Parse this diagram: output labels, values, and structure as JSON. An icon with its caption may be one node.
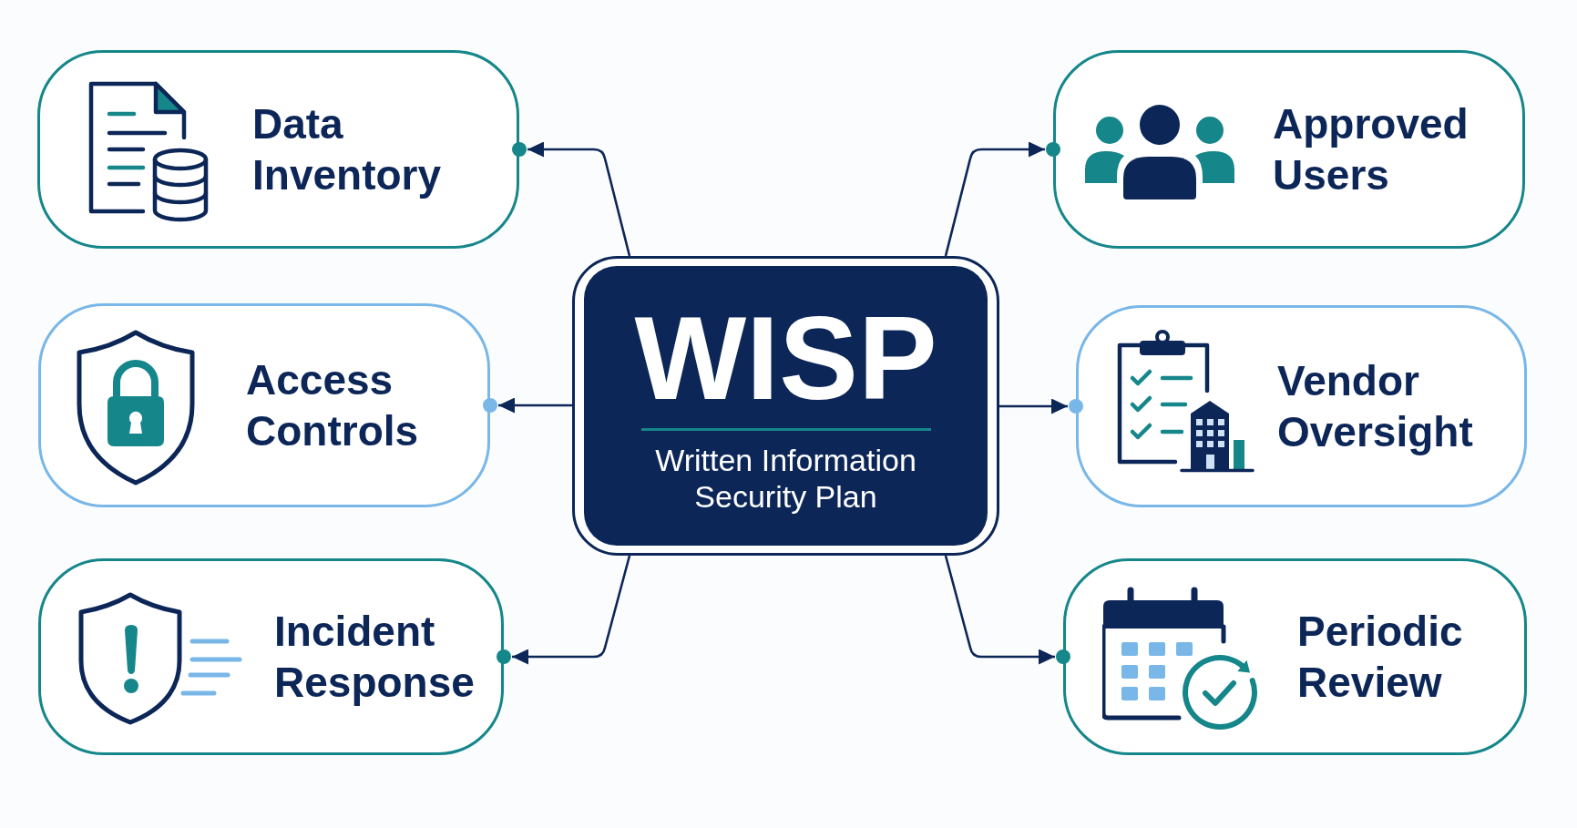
{
  "diagram": {
    "nodes": [
      {
        "text": [
          "WISP",
          "Written Information Security Plan"
        ]
      },
      {
        "text": [
          "Data Inventory"
        ]
      },
      {
        "text": [
          "Approved Users"
        ]
      },
      {
        "text": [
          "Access Controls"
        ]
      },
      {
        "text": [
          "Vendor Oversight"
        ]
      },
      {
        "text": [
          "Incident Response"
        ]
      },
      {
        "text": [
          "Periodic Review"
        ]
      }
    ],
    "edges": [
      {
        "from": 0,
        "to": 1,
        "arrow": "to"
      },
      {
        "from": 0,
        "to": 2,
        "arrow": "to"
      },
      {
        "from": 0,
        "to": 3,
        "arrow": "to"
      },
      {
        "from": 0,
        "to": 4,
        "arrow": "to"
      },
      {
        "from": 0,
        "to": 5,
        "arrow": "to"
      },
      {
        "from": 0,
        "to": 6,
        "arrow": "to"
      }
    ]
  }
}
